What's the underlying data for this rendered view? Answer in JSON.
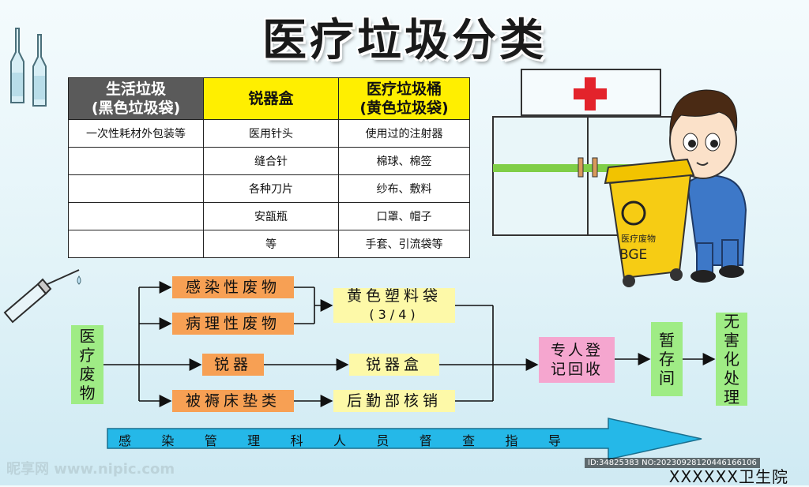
{
  "title": "医疗垃圾分类",
  "table": {
    "headers": [
      {
        "line1": "生活垃圾",
        "line2": "(黑色垃圾袋)"
      },
      {
        "line1": "锐器盒",
        "line2": ""
      },
      {
        "line1": "医疗垃圾桶",
        "line2": "(黄色垃圾袋)"
      }
    ],
    "rows": [
      [
        "一次性耗材外包装等",
        "医用针头",
        "使用过的注射器"
      ],
      [
        "",
        "缝合针",
        "棉球、棉签"
      ],
      [
        "",
        "各种刀片",
        "纱布、敷料"
      ],
      [
        "",
        "安瓿瓶",
        "口罩、帽子"
      ],
      [
        "",
        "等",
        "手套、引流袋等"
      ]
    ]
  },
  "flow": {
    "source": "医疗废物",
    "infectious": "感染性废物",
    "pathological": "病理性废物",
    "yellow_bag": "黄色塑料袋",
    "yellow_bag_note": "(3/4)",
    "sharps": "锐器",
    "sharps_box": "锐器盒",
    "bedding": "被褥床垫类",
    "logistics": "后勤部核销",
    "register": "专人登记回收",
    "storage": "暂存间",
    "disposal": "无害化处理"
  },
  "guide": [
    "感",
    "染",
    "管",
    "理",
    "科",
    "人",
    "员",
    "督",
    "查",
    "指",
    "导"
  ],
  "bin_label": "医疗废物",
  "bin_code": "BGE",
  "hospital": "XXXXXX卫生院",
  "watermark": "ID:34825383 NO:20230928120446166106",
  "site_mark": "昵享网 www.nipic.com",
  "colors": {
    "orange": "#f7a054",
    "yellow": "#fdf9a8",
    "pink": "#f5a6cf",
    "green": "#9fec85",
    "arrow": "#25b8e8",
    "bin": "#f2c300"
  }
}
